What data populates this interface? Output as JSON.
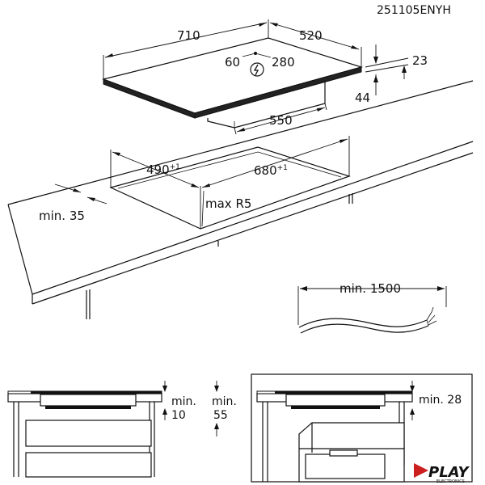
{
  "document_code": "251105ENYH",
  "hob": {
    "width": "710",
    "depth": "520",
    "height": "23",
    "inner_depth": "44",
    "bottom_width": "550",
    "cable_left": "60",
    "cable_right": "280",
    "electric_icon": "electric-plug-icon"
  },
  "cutout": {
    "depth": "490",
    "depth_tol": "+1",
    "width": "680",
    "width_tol": "+1",
    "corner_radius": "max R5",
    "edge_distance": "min. 35"
  },
  "cable": {
    "length": "min. 1500"
  },
  "section_left": {
    "gap_label_a": "min.",
    "gap_value_a": "10",
    "gap_label_b": "min.",
    "gap_value_b": "55"
  },
  "section_right": {
    "gap_label": "min. 28"
  },
  "brand": {
    "name": "PLAY",
    "sub": "ELECTRONICS",
    "color_mark": "#cc1f1f"
  }
}
